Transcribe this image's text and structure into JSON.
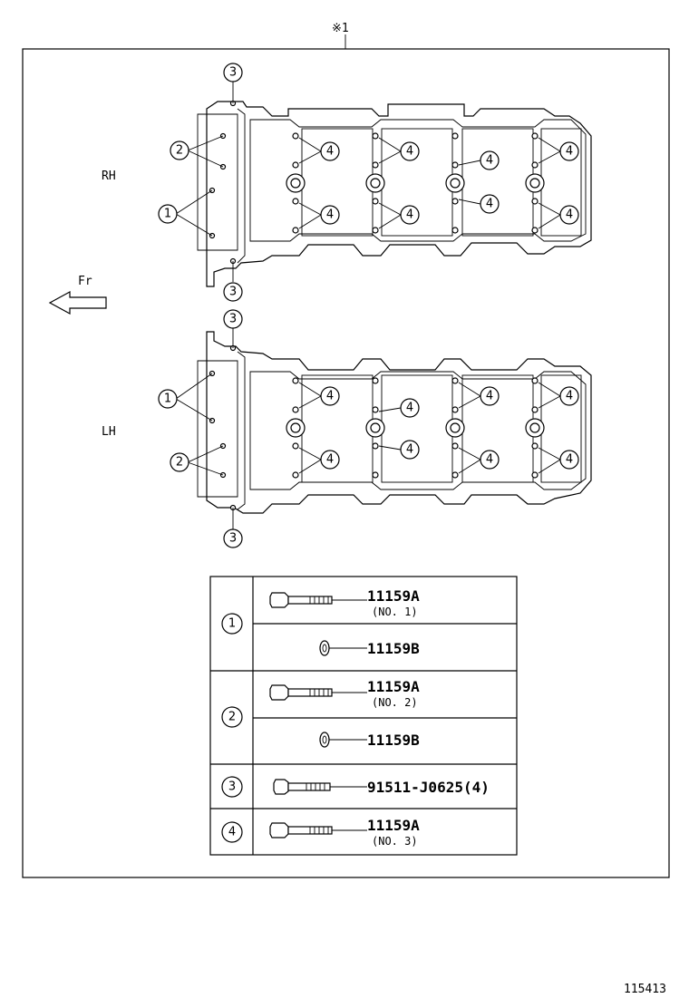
{
  "diagram": {
    "top_marker": "※1",
    "labels": {
      "rh": "RH",
      "lh": "LH",
      "front": "Fr"
    },
    "callout_numbers": {
      "one": "1",
      "two": "2",
      "three": "3",
      "four": "4"
    },
    "footer_id": "115413"
  },
  "parts_table": {
    "rows": [
      {
        "callout": "1",
        "part": "11159A",
        "note": "(NO. 1)",
        "type": "bolt"
      },
      {
        "callout": "",
        "part": "11159B",
        "note": "",
        "type": "washer"
      },
      {
        "callout": "2",
        "part": "11159A",
        "note": "(NO. 2)",
        "type": "bolt"
      },
      {
        "callout": "",
        "part": "11159B",
        "note": "",
        "type": "washer"
      },
      {
        "callout": "3",
        "part": "91511-J0625(4)",
        "note": "",
        "type": "bolt"
      },
      {
        "callout": "4",
        "part": "11159A",
        "note": "(NO. 3)",
        "type": "bolt"
      }
    ]
  }
}
